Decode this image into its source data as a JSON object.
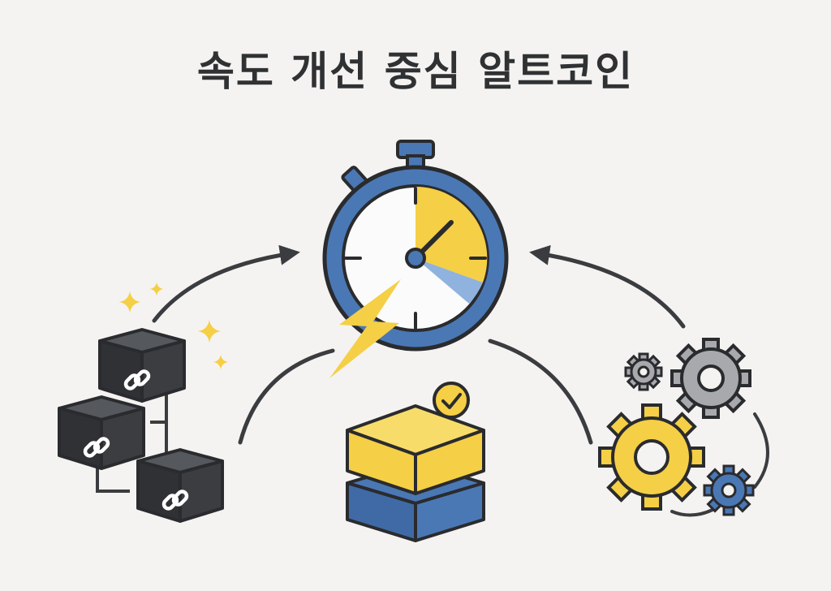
{
  "title": "속도 개선 중심 알트코인",
  "colors": {
    "background": "#f4f3f1",
    "ink": "#2f3133",
    "blue": "#4a78b5",
    "yellow": "#f5cf45",
    "light_blue": "#8fb2de",
    "gray": "#a7a9ad",
    "dark_block": "#35373b"
  },
  "illustrations": [
    {
      "name": "chained-blocks",
      "icon": "blockchain-link-icon"
    },
    {
      "name": "stopwatch",
      "icon": "stopwatch-icon"
    },
    {
      "name": "lightning-bolt",
      "icon": "lightning-icon"
    },
    {
      "name": "stacked-blocks",
      "icon": "layered-block-check-icon"
    },
    {
      "name": "gears",
      "icon": "gears-icon"
    }
  ]
}
